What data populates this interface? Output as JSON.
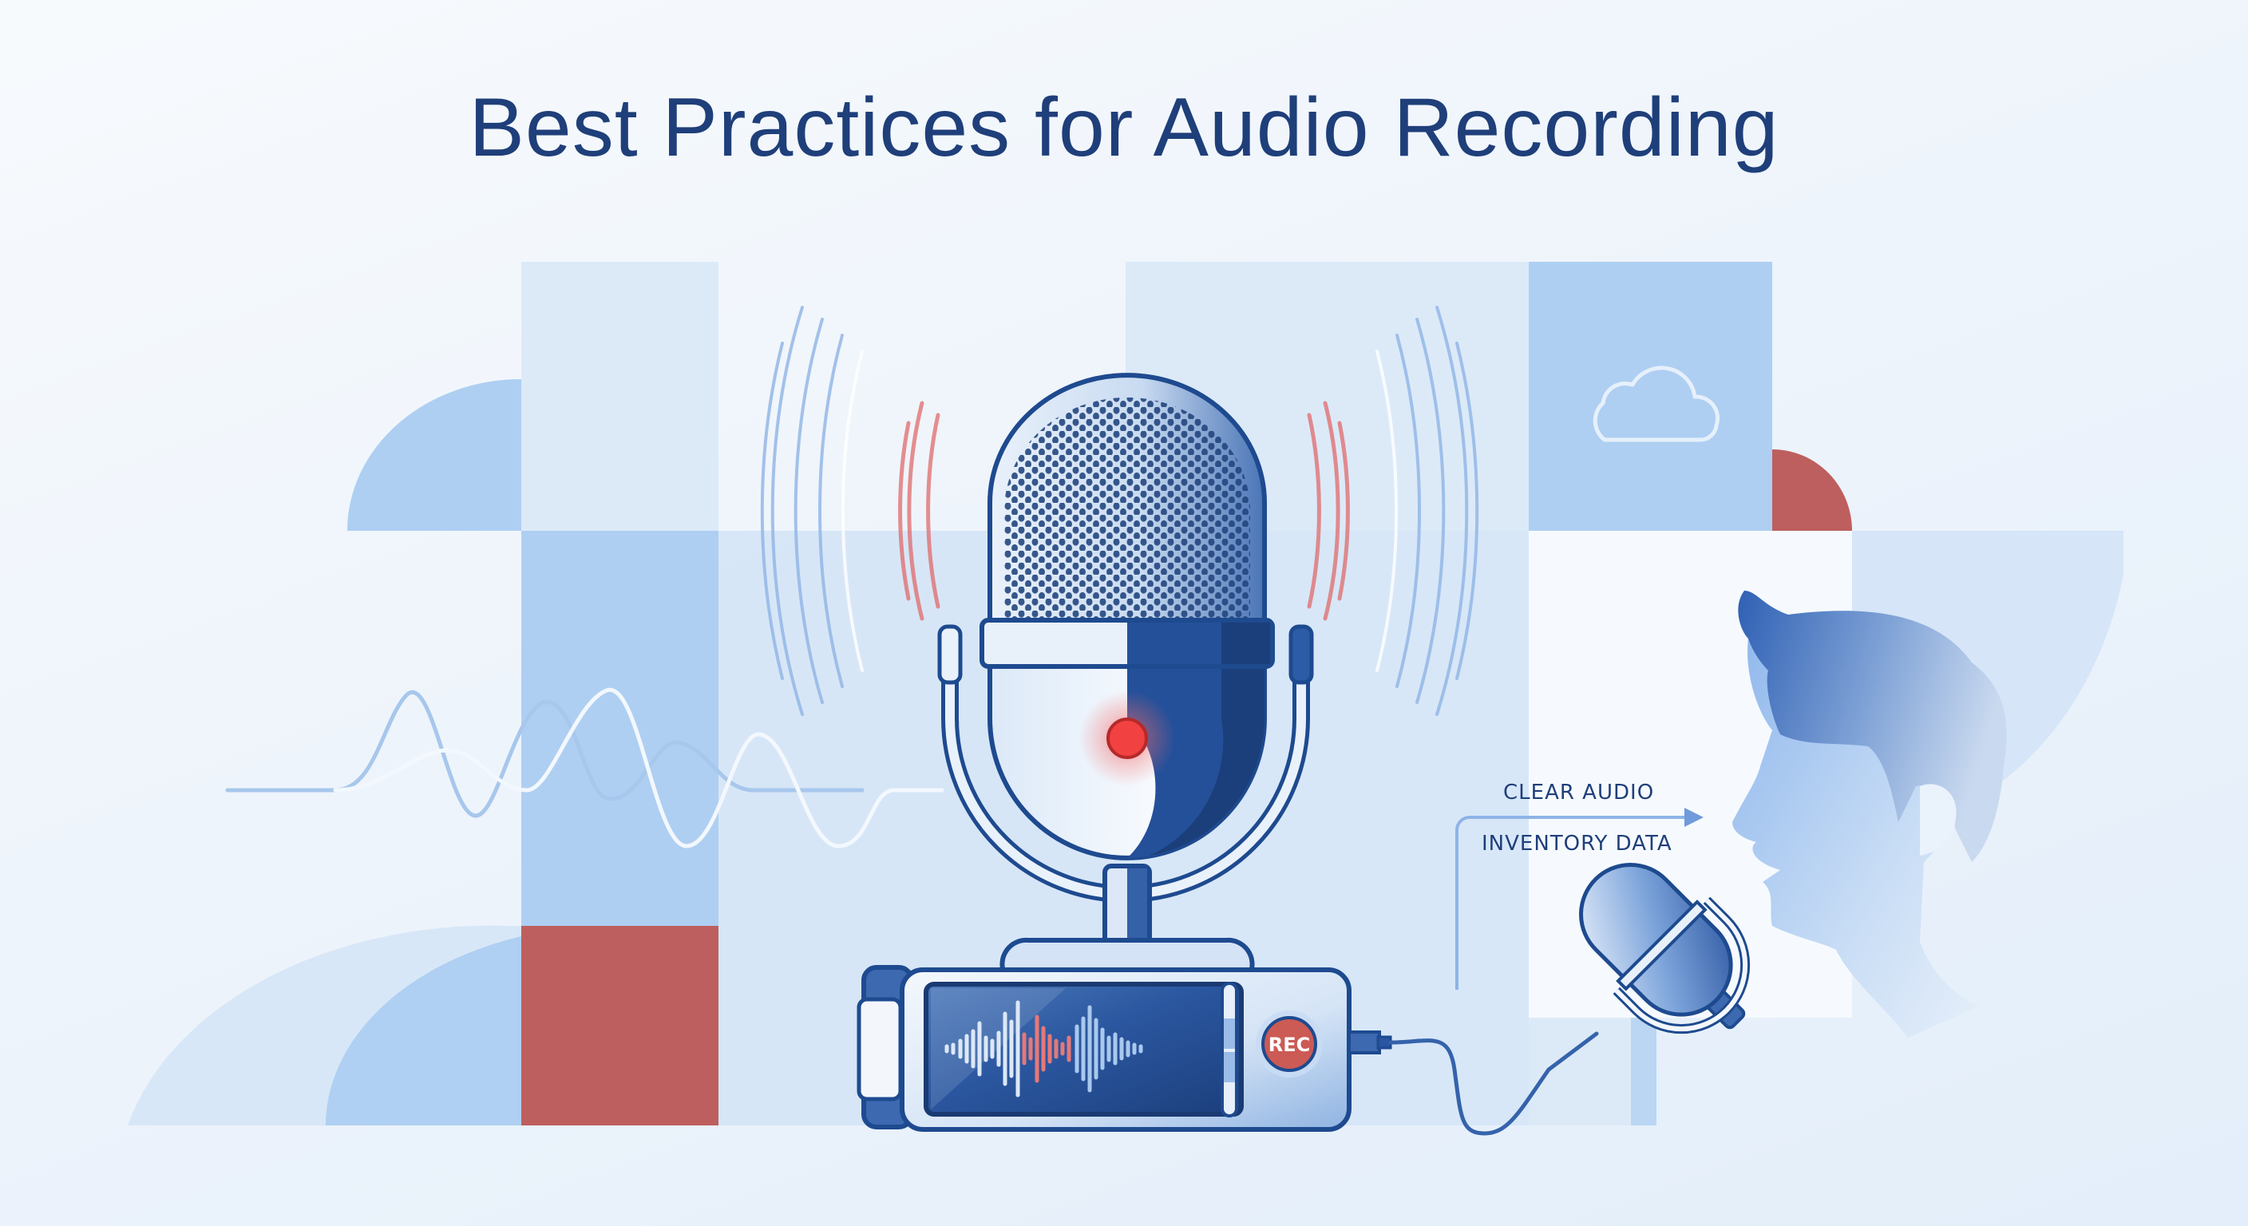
{
  "page": {
    "title": "Best Practices for Audio Recording"
  },
  "colors": {
    "title_navy": "#1F3F7A",
    "mic_navy": "#1E4A8F",
    "panel_light": "#DCEAF8",
    "panel_mid": "#AECFF2",
    "accent_red": "#BD5F5E",
    "record_dot": "#F24141",
    "background": "#EEF4FB"
  },
  "annotations": {
    "clear_audio": "CLEAR AUDIO",
    "inventory_data": "INVENTORY DATA"
  },
  "recorder": {
    "rec_button_label": "REC"
  },
  "illustration": {
    "icons": [
      "studio-microphone-icon",
      "recording-indicator-icon",
      "cloud-icon",
      "sound-wave-icon",
      "portable-recorder-icon",
      "handheld-microphone-icon",
      "speaking-person-icon",
      "arrow-right-icon"
    ]
  }
}
